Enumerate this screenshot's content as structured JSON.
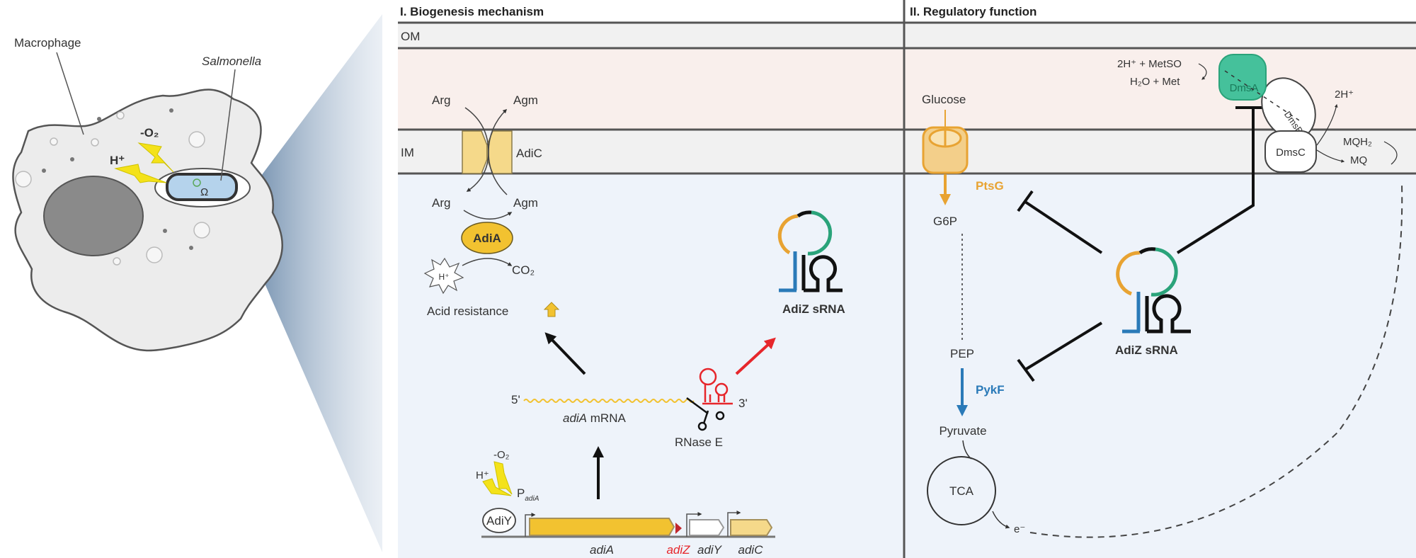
{
  "figure": {
    "cell_panel": {
      "macrophage_label": "Macrophage",
      "salmonella_label": "Salmonella",
      "stress_superoxide": "-O₂",
      "stress_proton": "H⁺"
    },
    "panel_one": {
      "title": "I. Biogenesis mechanism",
      "om_label": "OM",
      "im_label": "IM",
      "arg_out": "Arg",
      "agm_out": "Agm",
      "transporter": "AdiC",
      "arg_in": "Arg",
      "agm_in": "Agm",
      "enzyme": "AdiA",
      "proton": "H⁺",
      "co2": "CO₂",
      "acid_resistance": "Acid resistance",
      "five_prime": "5'",
      "three_prime": "3'",
      "mrna_gene": "adiA",
      "mrna_suffix": " mRNA",
      "rnase": "RNase E",
      "srna_label": "AdiZ sRNA",
      "stress_superoxide": "-O₂",
      "stress_proton": "H⁺",
      "promoter": "P",
      "promoter_sub": "adiA",
      "regulator": "AdiY",
      "genes": [
        "adiA",
        "adiZ",
        "adiY",
        "adiC"
      ]
    },
    "panel_two": {
      "title": "II. Regulatory function",
      "glucose": "Glucose",
      "ptsg": "PtsG",
      "g6p": "G6P",
      "pep": "PEP",
      "pykf": "PykF",
      "pyruvate": "Pyruvate",
      "tca": "TCA",
      "electron": "e⁻",
      "metso": "2H⁺ + MetSO",
      "met": "H₂O + Met",
      "dmsa": "DmsA",
      "dmsb": "DmsB",
      "dmsc": "DmsC",
      "two_h": "2H⁺",
      "mqh2": "MQH₂",
      "mq": "MQ",
      "srna_label": "AdiZ sRNA"
    },
    "colors": {
      "periplasm": "#f9efec",
      "membrane": "#f1f1f1",
      "cytoplasm": "#eef3fa",
      "adi_yellow": "#f2c230",
      "adic_yellow": "#f5d98a",
      "ptsg_orange": "#e8a332",
      "pykf_blue": "#2a7ab8",
      "dmsa_green": "#45c19b",
      "red": "#e6262b",
      "lightning": "#f4e21a"
    }
  }
}
